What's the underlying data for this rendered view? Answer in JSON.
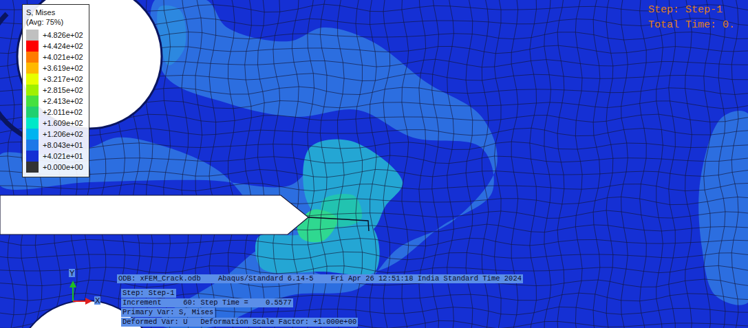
{
  "diagram": {
    "nodes": [
      {
        "text": [
          "S, Mises",
          "(Avg: 75%)"
        ]
      }
    ],
    "labels": [
      "Step: Step-1",
      "Total Time: 0.",
      "Y",
      "X",
      "ODB: xFEM_Crack.odb    Abaqus/Standard 6.14-5    Fri Apr 26 12:51:18 India Standard Time 2024",
      "Step: Step-1",
      "Increment     60: Step Time =    0.5577",
      "Primary Var: S, Mises",
      "Deformed Var: U   Deformation Scale Factor: +1.000e+00"
    ],
    "legend": [
      {
        "text": "+4.826e+02",
        "color": "#c0c0c0"
      },
      {
        "text": "+4.424e+02",
        "color": "#ff0000"
      },
      {
        "text": "+4.021e+02",
        "color": "#ff7b00"
      },
      {
        "text": "+3.619e+02",
        "color": "#ffb900"
      },
      {
        "text": "+3.217e+02",
        "color": "#e8ff00"
      },
      {
        "text": "+2.815e+02",
        "color": "#a0f000"
      },
      {
        "text": "+2.413e+02",
        "color": "#46e040"
      },
      {
        "text": "+2.011e+02",
        "color": "#20d070"
      },
      {
        "text": "+1.609e+02",
        "color": "#00e8c8"
      },
      {
        "text": "+1.206e+02",
        "color": "#00b4f0"
      },
      {
        "text": "+8.043e+01",
        "color": "#1c78e8"
      },
      {
        "text": "+4.021e+01",
        "color": "#1530d4"
      },
      {
        "text": "+0.000e+00",
        "color": "#333333"
      }
    ]
  }
}
